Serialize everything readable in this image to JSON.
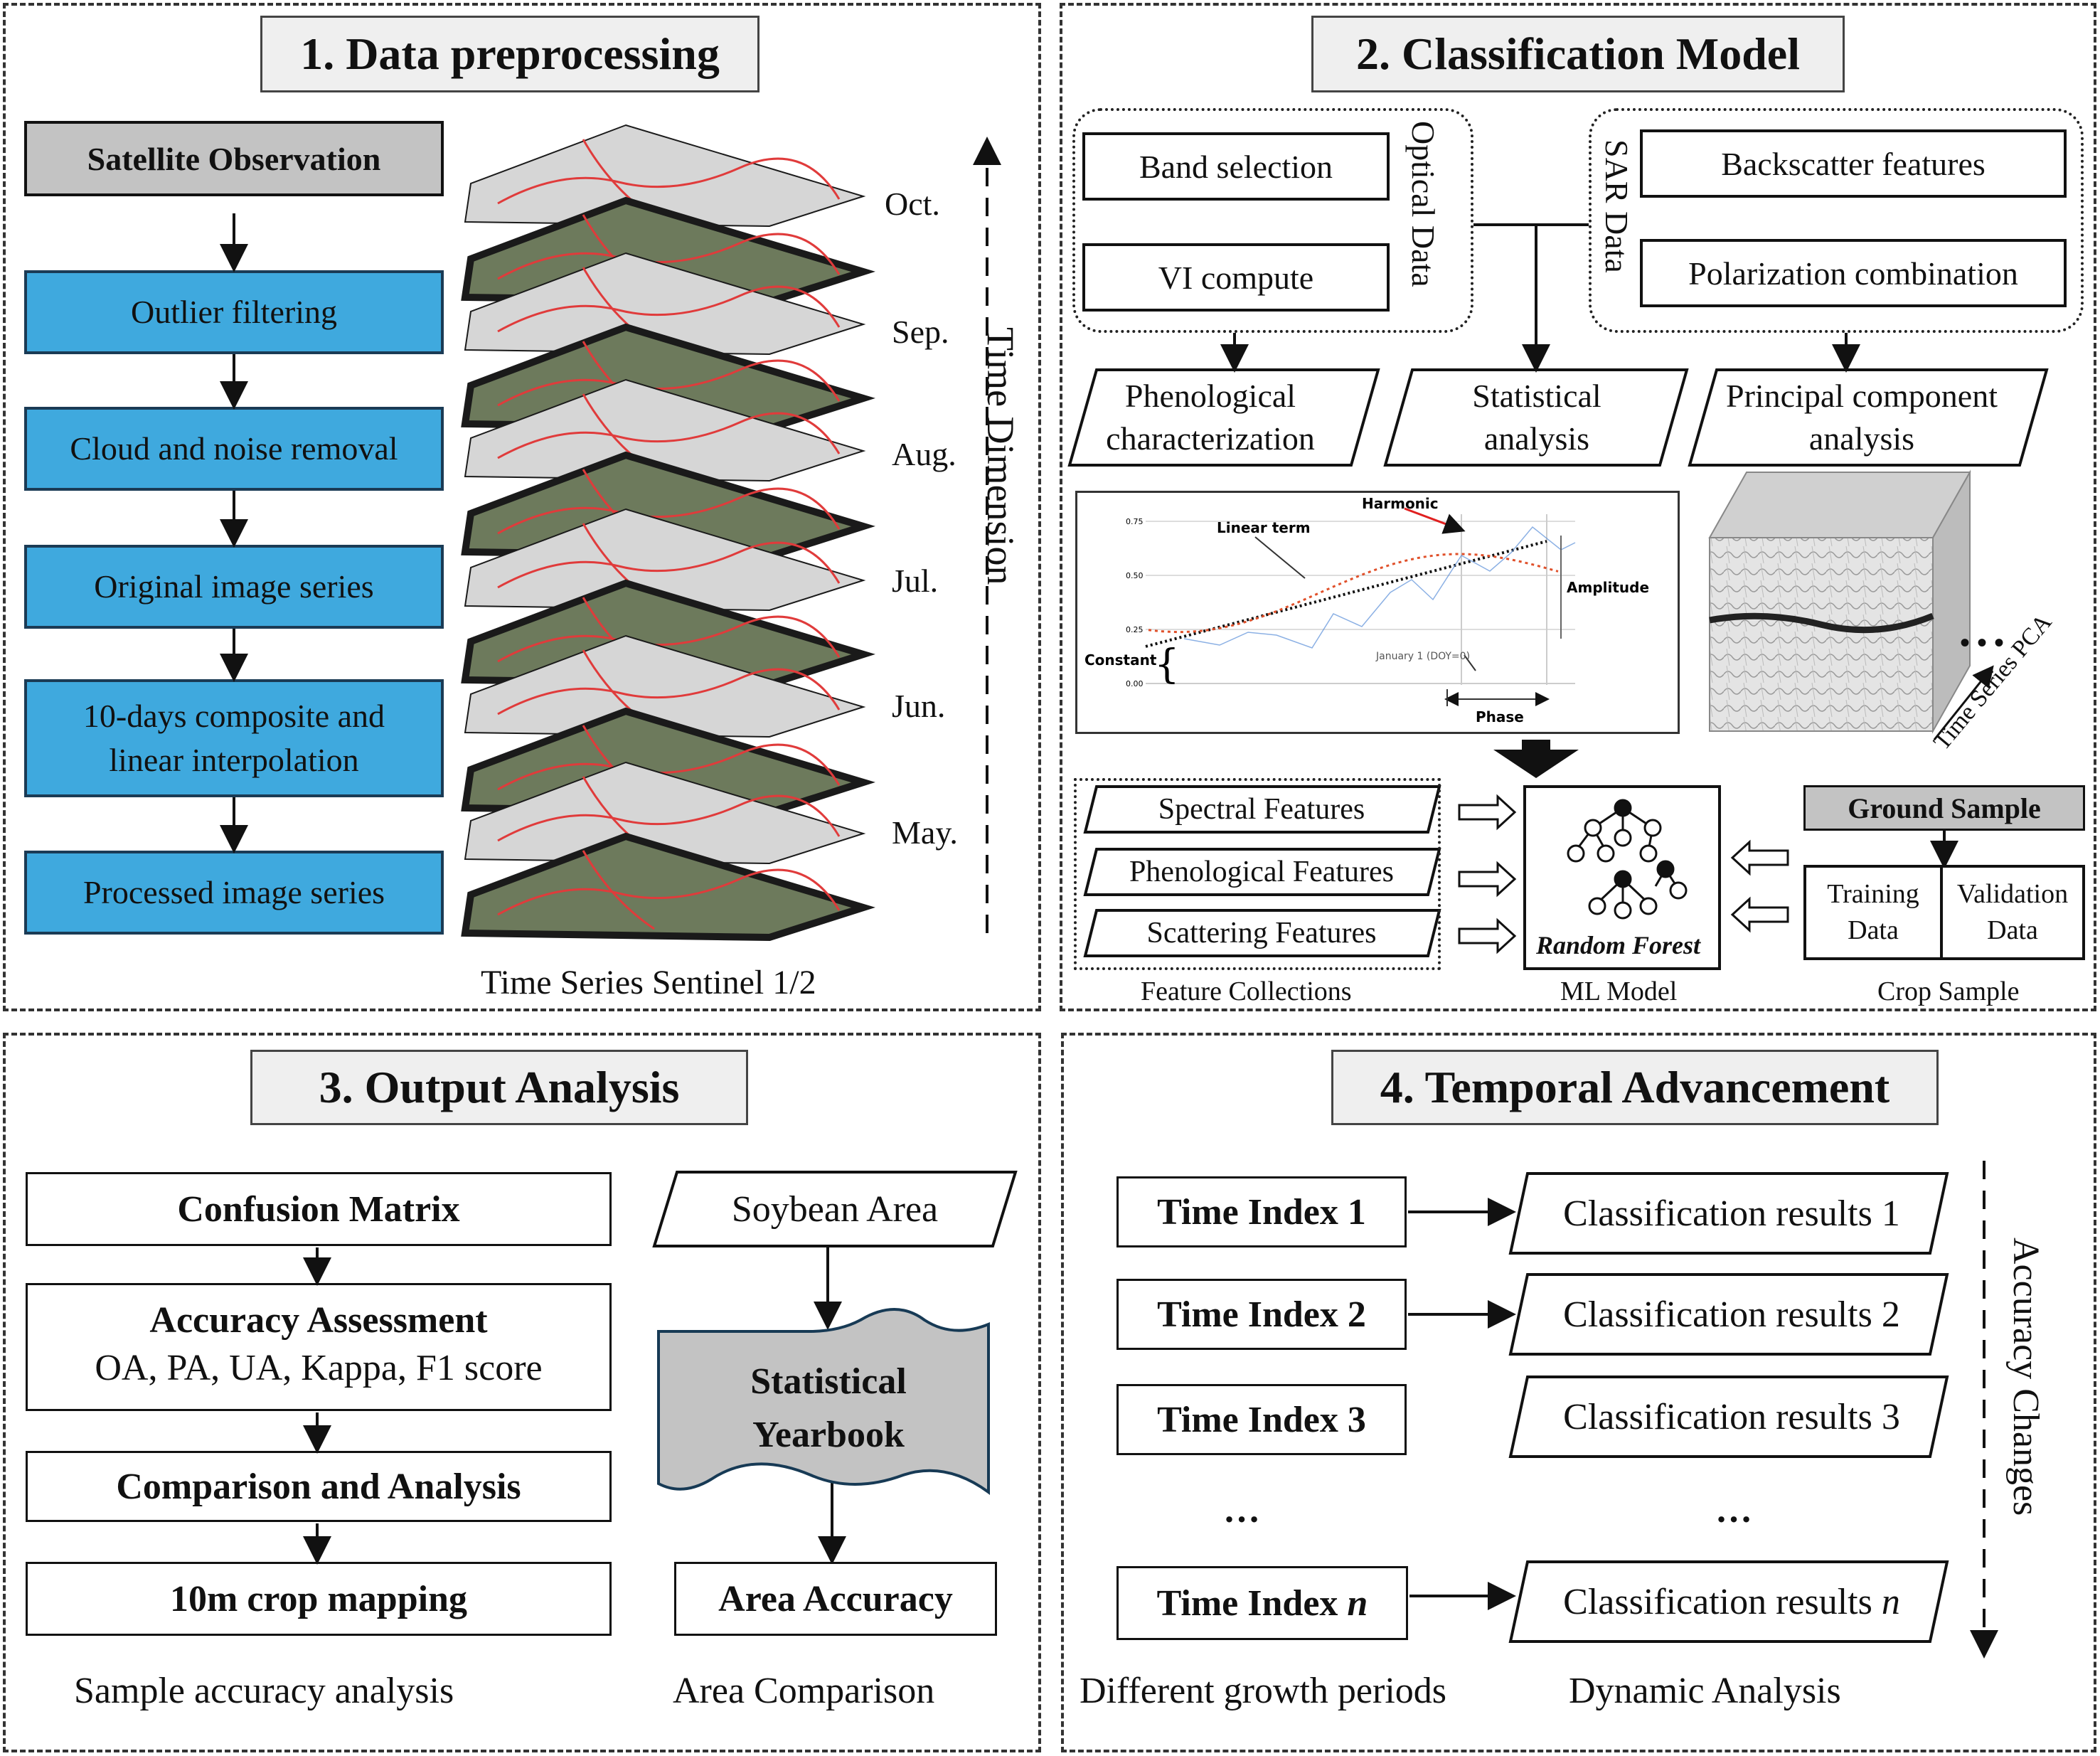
{
  "panel1": {
    "title": "1. Data preprocessing",
    "flow": [
      "Satellite Observation",
      "Outlier filtering",
      "Cloud and noise removal",
      "Original image series",
      "10-days composite and linear interpolation",
      "Processed image series"
    ],
    "months": [
      "Oct.",
      "Sep.",
      "Aug.",
      "Jul.",
      "Jun.",
      "May."
    ],
    "time_dimension": "Time Dimension",
    "caption": "Time Series Sentinel 1/2"
  },
  "panel2": {
    "title": "2. Classification Model",
    "optical_label": "Optical Data",
    "sar_label": "SAR Data",
    "band_selection": "Band selection",
    "vi_compute": "VI compute",
    "backscatter": "Backscatter features",
    "polarization": "Polarization combination",
    "phenological_characterization": "Phenological characterization",
    "statistical_analysis": "Statistical analysis",
    "pca": "Principal component analysis",
    "harmonic_chart": {
      "harmonic": "Harmonic",
      "linear_term": "Linear term",
      "amplitude": "Amplitude",
      "constant": "Constant",
      "january": "January 1 (DOY=0)",
      "phase": "Phase",
      "y_ticks": [
        "0.75",
        "0.50",
        "0.25",
        "0.00"
      ]
    },
    "time_series_pca": "Time Series PCA",
    "ellipsis": "• • •",
    "features": [
      "Spectral Features",
      "Phenological Features",
      "Scattering Features"
    ],
    "feature_caption": "Feature Collections",
    "random_forest": "Random Forest",
    "ml_caption": "ML Model",
    "ground_sample": "Ground Sample",
    "training": "Training Data",
    "validation": "Validation Data",
    "crop_caption": "Crop Sample"
  },
  "panel3": {
    "title": "3. Output Analysis",
    "confusion": "Confusion Matrix",
    "accuracy": "Accuracy Assessment",
    "accuracy_sub": "OA, PA, UA, Kappa, F1 score",
    "comparison": "Comparison and Analysis",
    "mapping": "10m crop mapping",
    "caption_left": "Sample accuracy analysis",
    "soybean": "Soybean Area",
    "yearbook": "Statistical Yearbook",
    "area_accuracy": "Area Accuracy",
    "caption_right": "Area Comparison"
  },
  "panel4": {
    "title": "4. Temporal Advancement",
    "indices": [
      "Time Index 1",
      "Time Index 2",
      "Time Index 3"
    ],
    "index_n_prefix": "Time Index ",
    "results": [
      "Classification results 1",
      "Classification results 2",
      "Classification results 3"
    ],
    "results_n_prefix": "Classification results ",
    "n": "n",
    "ellipsis": "…",
    "accuracy_changes": "Accuracy Changes",
    "caption_left": "Different growth periods",
    "caption_right": "Dynamic Analysis"
  },
  "colors": {
    "flow_blue": "#3fa9de",
    "gray_fill": "#c3c3c3",
    "red_arrow": "#e02020"
  }
}
